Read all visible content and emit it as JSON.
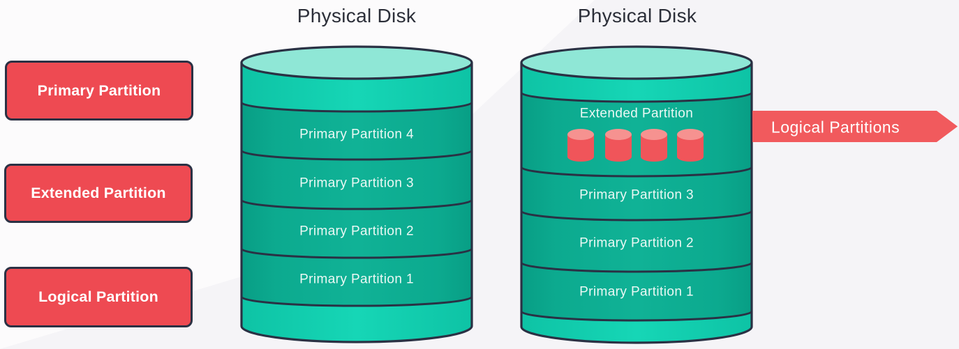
{
  "legend": {
    "items": [
      {
        "label": "Primary Partition"
      },
      {
        "label": "Extended Partition"
      },
      {
        "label": "Logical Partition"
      }
    ]
  },
  "disk1": {
    "title": "Physical Disk",
    "partitions": [
      "Primary Partition 4",
      "Primary Partition 3",
      "Primary Partition 2",
      "Primary Partition 1"
    ]
  },
  "disk2": {
    "title": "Physical Disk",
    "extended": {
      "label": "Extended Partition",
      "logical_cylinder_count": 4
    },
    "partitions": [
      "Primary Partition 3",
      "Primary Partition 2",
      "Primary Partition 1"
    ]
  },
  "arrow": {
    "label": "Logical Partitions"
  },
  "colors": {
    "accent_red": "#ee4a52",
    "arrow_red": "#f15a5d",
    "mini_cylinder_red": "#f0555a",
    "mini_cylinder_top": "#f69290",
    "teal_bright": "#12d1b2",
    "teal_band": "#0caa8f",
    "teal_top_ellipse": "#8fe7d6",
    "outline_navy": "#2a3144",
    "title_text": "#2c2f39",
    "background": "#f5f4f7"
  }
}
